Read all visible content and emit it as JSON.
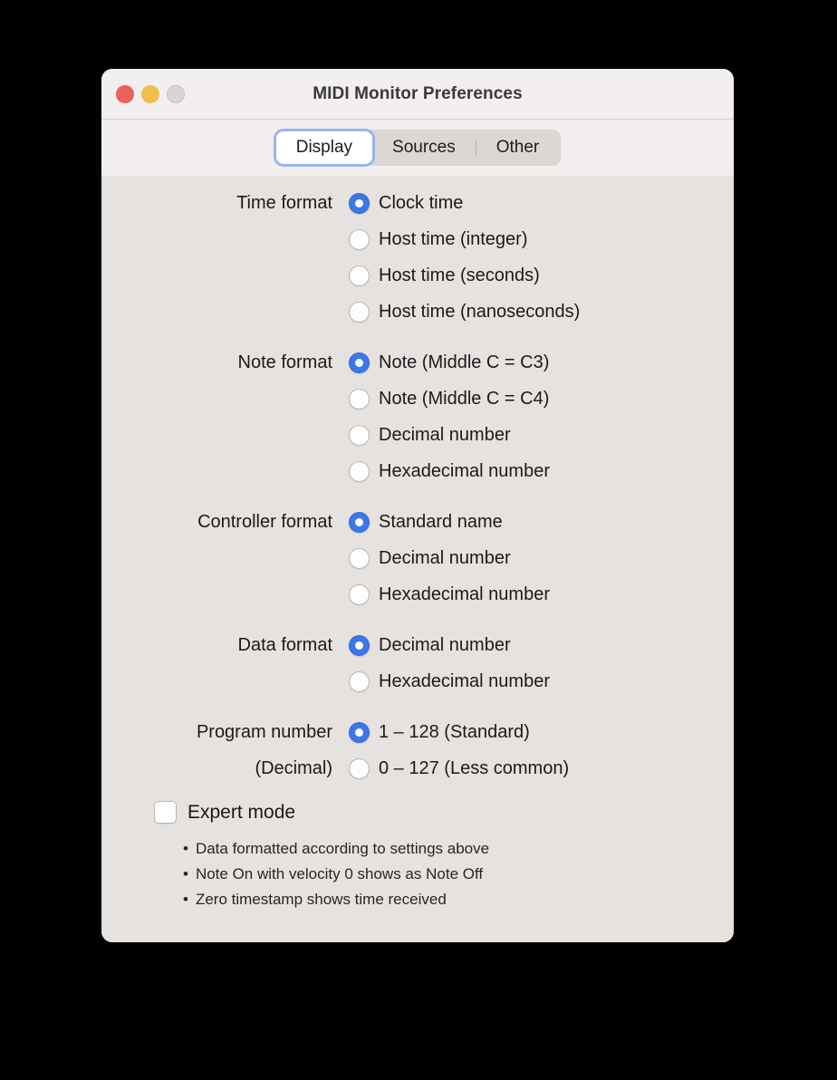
{
  "window": {
    "title": "MIDI Monitor Preferences",
    "traffic_lights": [
      {
        "name": "close",
        "color": "#E8635A"
      },
      {
        "name": "minimize",
        "color": "#F0BE4D"
      },
      {
        "name": "zoom",
        "color": "#D8D5D3"
      }
    ]
  },
  "tabs": [
    {
      "label": "Display",
      "selected": true
    },
    {
      "label": "Sources",
      "selected": false
    },
    {
      "label": "Other",
      "selected": false
    }
  ],
  "groups": [
    {
      "label": "Time format",
      "options": [
        {
          "label": "Clock time",
          "selected": true
        },
        {
          "label": "Host time (integer)",
          "selected": false
        },
        {
          "label": "Host time (seconds)",
          "selected": false
        },
        {
          "label": "Host time (nanoseconds)",
          "selected": false
        }
      ]
    },
    {
      "label": "Note format",
      "options": [
        {
          "label": "Note (Middle C = C3)",
          "selected": true
        },
        {
          "label": "Note (Middle C = C4)",
          "selected": false
        },
        {
          "label": "Decimal number",
          "selected": false
        },
        {
          "label": "Hexadecimal number",
          "selected": false
        }
      ]
    },
    {
      "label": "Controller format",
      "options": [
        {
          "label": "Standard name",
          "selected": true
        },
        {
          "label": "Decimal number",
          "selected": false
        },
        {
          "label": "Hexadecimal number",
          "selected": false
        }
      ]
    },
    {
      "label": "Data format",
      "options": [
        {
          "label": "Decimal number",
          "selected": true
        },
        {
          "label": "Hexadecimal number",
          "selected": false
        }
      ]
    },
    {
      "label": "Program number",
      "label_line2": "(Decimal)",
      "options": [
        {
          "label": "1 – 128 (Standard)",
          "selected": true
        },
        {
          "label": "0 – 127 (Less common)",
          "selected": false
        }
      ]
    }
  ],
  "expert": {
    "label": "Expert mode",
    "checked": false,
    "bullet": "•",
    "notes": [
      "Data formatted according to settings above",
      "Note On with velocity 0 shows as Note Off",
      "Zero timestamp shows time received"
    ]
  },
  "colors": {
    "accent": "#3B77E8",
    "window_bg": "#E6E2E0",
    "titlebar_bg": "#F2EFEE",
    "tabbar_bg": "#DBD7D5",
    "focus_ring": "#9CB4EB",
    "text": "#1A1A1A"
  }
}
